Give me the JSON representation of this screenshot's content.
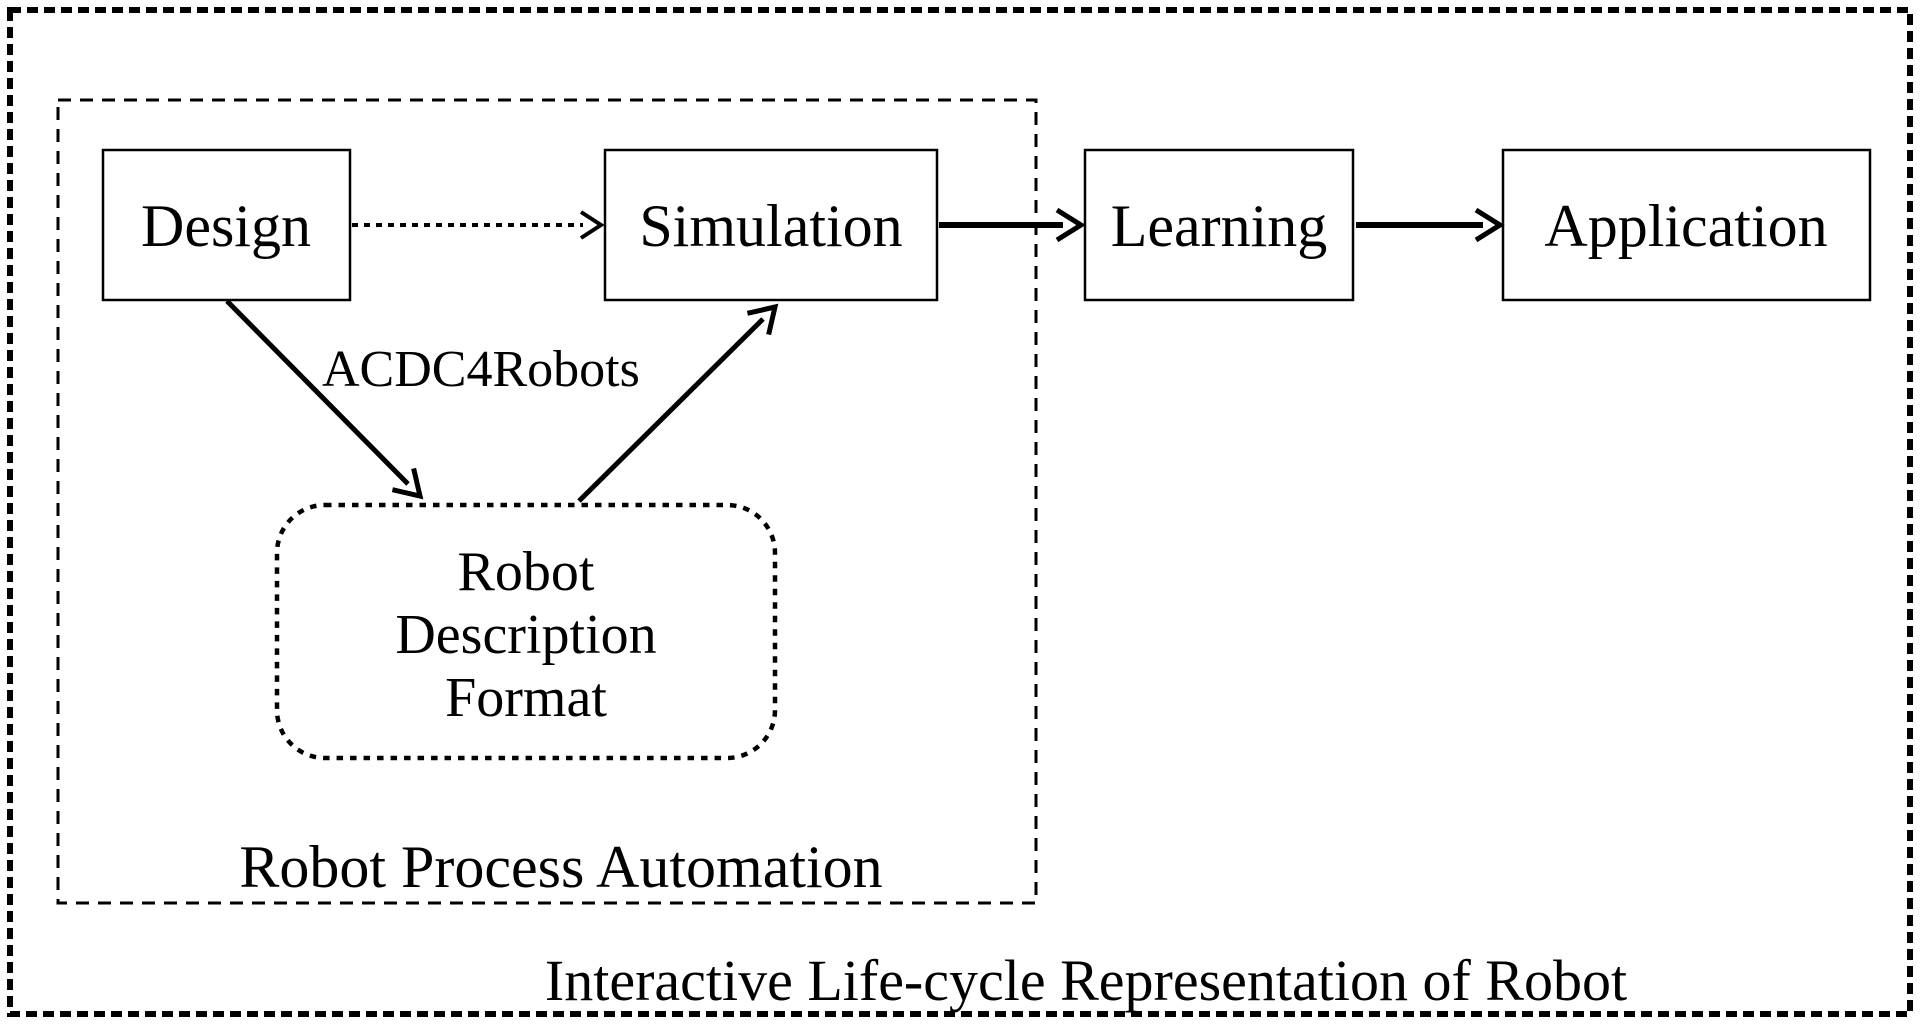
{
  "diagram": {
    "caption": "Interactive Life-cycle Representation of Robot",
    "rpa_group_label": "Robot Process Automation",
    "edge_label": "ACDC4Robots",
    "nodes": {
      "design": "Design",
      "simulation": "Simulation",
      "learning": "Learning",
      "application": "Application",
      "rdf": [
        "Robot",
        "Description",
        "Format"
      ]
    },
    "edges": [
      {
        "from": "Design",
        "to": "Simulation",
        "style": "dashed"
      },
      {
        "from": "Simulation",
        "to": "Learning",
        "style": "solid"
      },
      {
        "from": "Learning",
        "to": "Application",
        "style": "solid"
      },
      {
        "from": "Design",
        "to": "Robot Description Format",
        "style": "solid",
        "label": "ACDC4Robots"
      },
      {
        "from": "Robot Description Format",
        "to": "Simulation",
        "style": "solid"
      }
    ],
    "colors": {
      "ink": "#000000",
      "background": "#FFFFFF",
      "edge_label_blue": "#5B8CBB"
    }
  }
}
